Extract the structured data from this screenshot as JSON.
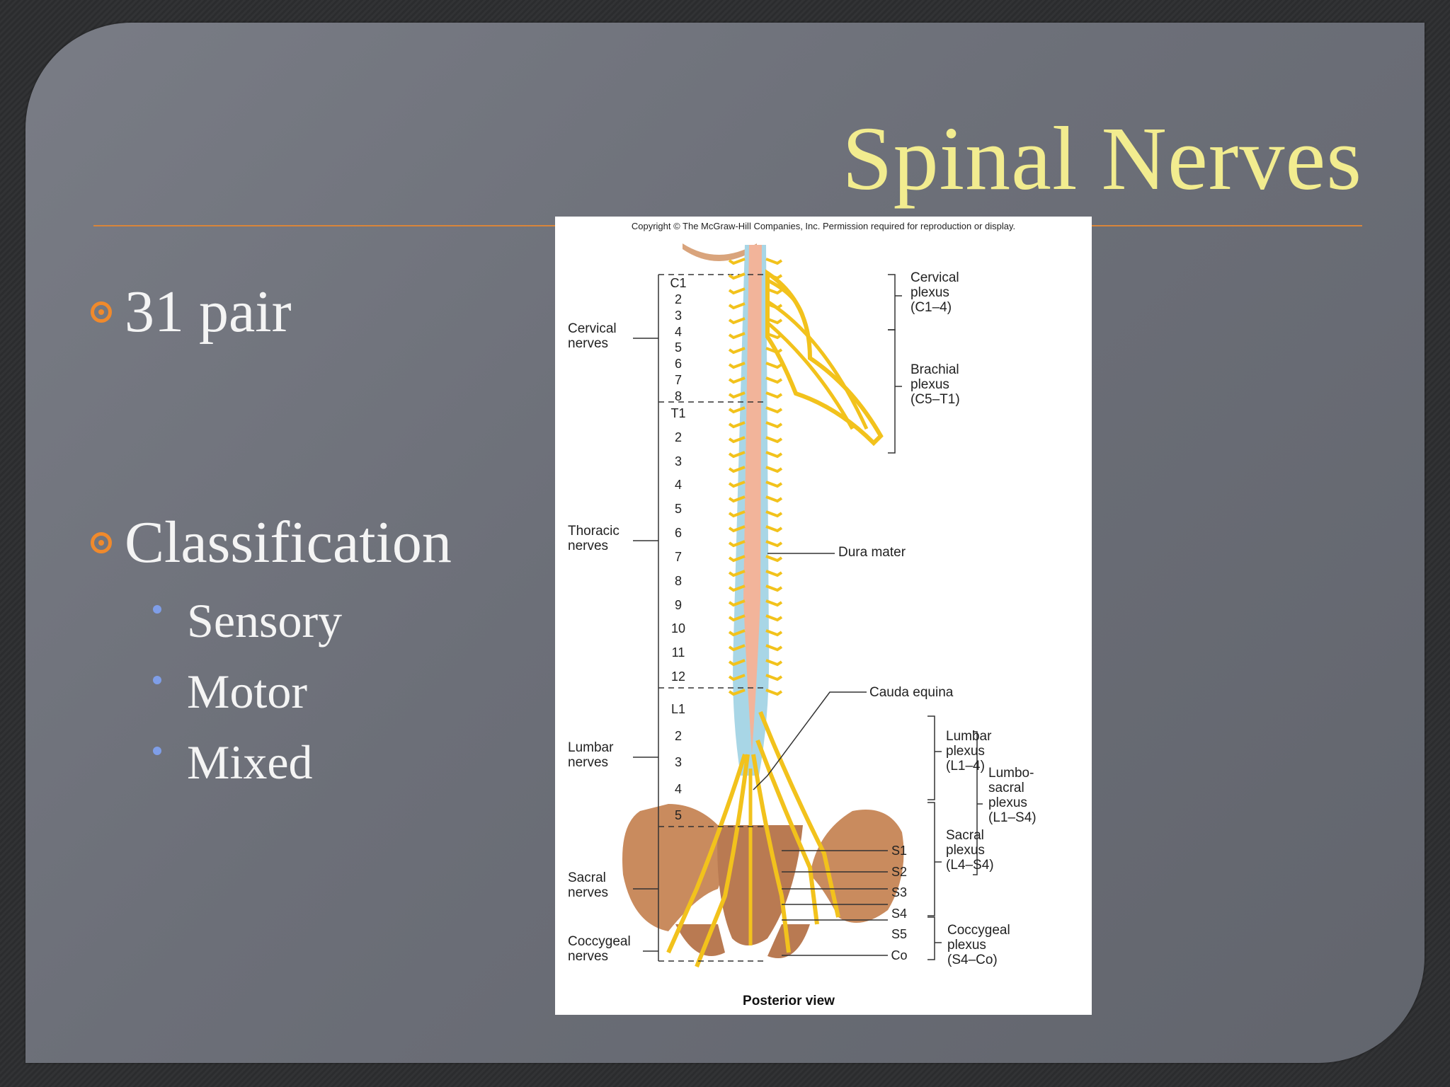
{
  "slide": {
    "title": "Spinal Nerves",
    "bullets": [
      {
        "text": "31 pair"
      },
      {
        "text": "Classification",
        "sub": [
          "Sensory",
          "Motor",
          "Mixed"
        ]
      }
    ]
  },
  "figure": {
    "copyright": "Copyright © The McGraw-Hill Companies, Inc. Permission required for reproduction or display.",
    "caption": "Posterior view",
    "left_labels": {
      "cervical": "Cervical\nnerves",
      "thoracic": "Thoracic\nnerves",
      "lumbar": "Lumbar\nnerves",
      "sacral": "Sacral\nnerves",
      "coccygeal": "Coccygeal\nnerves"
    },
    "right_labels": {
      "cervical_plexus": "Cervical\nplexus\n(C1–4)",
      "brachial_plexus": "Brachial\nplexus\n(C5–T1)",
      "dura_mater": "Dura mater",
      "cauda_equina": "Cauda equina",
      "lumbar_plexus": "Lumbar\nplexus\n(L1–4)",
      "lumbosacral_plexus": "Lumbo-\nsacral\nplexus\n(L1–S4)",
      "sacral_plexus": "Sacral\nplexus\n(L4–S4)",
      "coccygeal_plexus": "Coccygeal\nplexus\n(S4–Co)"
    },
    "levels": {
      "cervical": [
        "C1",
        "2",
        "3",
        "4",
        "5",
        "6",
        "7",
        "8"
      ],
      "thoracic": [
        "T1",
        "2",
        "3",
        "4",
        "5",
        "6",
        "7",
        "8",
        "9",
        "10",
        "11",
        "12"
      ],
      "lumbar": [
        "L1",
        "2",
        "3",
        "4",
        "5"
      ],
      "sacral_right": [
        "S1",
        "S2",
        "S3",
        "S4",
        "S5",
        "Co"
      ]
    },
    "colors": {
      "nerve": "#f2c21c",
      "cord": "#f2b49a",
      "dura": "#a8d6e6",
      "bone": "#c98b5e"
    }
  }
}
